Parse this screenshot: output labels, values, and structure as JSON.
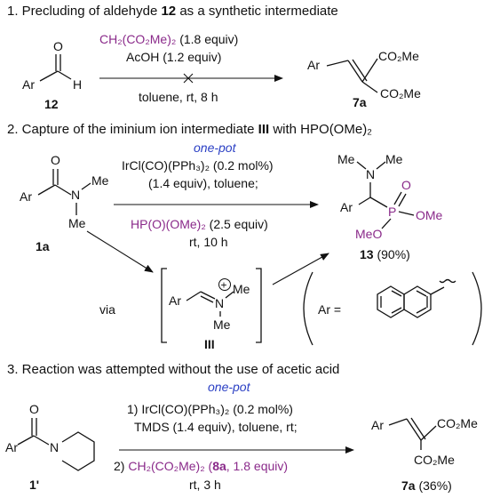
{
  "colors": {
    "purple": "#8a2a8a",
    "blue": "#2a3fc4",
    "ink": "#111111"
  },
  "s1": {
    "heading": "1. Precluding of aldehyde",
    "heading_num": "12",
    "heading_tail": "as a synthetic intermediate",
    "atom_o": "O",
    "atom_ar": "Ar",
    "atom_h": "H",
    "sm_label": "12",
    "reagent1": "CH₂(CO₂Me)₂",
    "reagent1_equiv": "(1.8 equiv)",
    "reagent2": "AcOH (1.2 equiv)",
    "conditions": "toluene, rt, 8 h",
    "prod_ar": "Ar",
    "prod_ester1": "CO₂Me",
    "prod_ester2": "CO₂Me",
    "prod_label": "7a"
  },
  "s2": {
    "heading": "2. Capture of the iminium ion intermediate",
    "heading_num": "III",
    "heading_tail": "with HPO(OMe)₂",
    "one_pot": "one-pot",
    "reagent1": "IrCl(CO)(PPh₃)₂ (0.2 mol%)",
    "reagent2": "(1.4 equiv), toluene;",
    "reagent3": "HP(O)(OMe)₂",
    "reagent3_equiv": "(2.5 equiv)",
    "reagent4": "rt, 10 h",
    "sm_o": "O",
    "sm_ar": "Ar",
    "sm_n": "N",
    "sm_me1": "Me",
    "sm_me2": "Me",
    "sm_label": "1a",
    "prod_me1": "Me",
    "prod_n": "N",
    "prod_me2": "Me",
    "prod_ar": "Ar",
    "prod_p": "P",
    "prod_o": "O",
    "prod_ome": "OMe",
    "prod_meo": "MeO",
    "prod_label": "13",
    "prod_yield": "(90%)",
    "via": "via",
    "int_ar": "Ar",
    "int_n": "N",
    "int_plus": "+",
    "int_me1": "Me",
    "int_me2": "Me",
    "int_label": "III",
    "ar_def": "Ar ="
  },
  "s3": {
    "heading": "3. Reaction was attempted without the use of acetic acid",
    "one_pot": "one-pot",
    "reagent1": "1) IrCl(CO)(PPh₃)₂ (0.2 mol%)",
    "reagent2": "TMDS (1.4 equiv), toluene, rt;",
    "reagent3_pre": "2)",
    "reagent3": "CH₂(CO₂Me)₂ (",
    "reagent3_num": "8a",
    "reagent3_tail": ", 1.8 equiv)",
    "reagent4": "rt, 3 h",
    "sm_o": "O",
    "sm_ar": "Ar",
    "sm_n": "N",
    "sm_label": "1'",
    "prod_ar": "Ar",
    "prod_ester1": "CO₂Me",
    "prod_ester2": "CO₂Me",
    "prod_label": "7a",
    "prod_yield": "(36%)"
  }
}
